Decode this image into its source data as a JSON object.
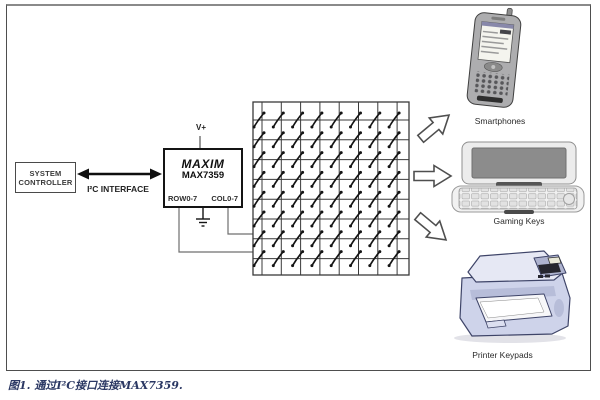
{
  "figure": {
    "caption": "图1. 通过I²C接口连接MAX7359."
  },
  "diagram": {
    "system_controller": {
      "line1": "SYSTEM",
      "line2": "CONTROLLER"
    },
    "bus_label": "I²C INTERFACE",
    "chip": {
      "brand": "MAXIM",
      "part": "MAX7359",
      "supply": "V+",
      "pin_left": "ROW0-7",
      "pin_right": "COL0-7"
    },
    "keypad_matrix": {
      "rows": 8,
      "cols": 8
    },
    "devices": [
      {
        "label": "Smartphones",
        "icon": "smartphone-icon"
      },
      {
        "label": "Gaming Keys",
        "icon": "gaming-device-icon"
      },
      {
        "label": "Printer Keypads",
        "icon": "printer-icon"
      }
    ]
  },
  "colors": {
    "caption": "#2a3763",
    "devlabel": "#2a2a2a"
  }
}
